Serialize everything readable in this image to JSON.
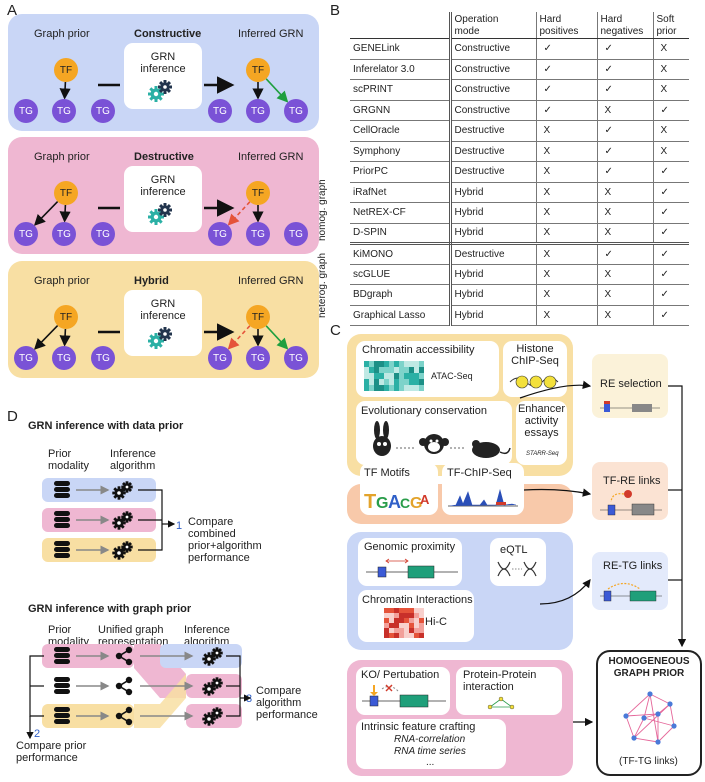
{
  "panels": {
    "a": "A",
    "b": "B",
    "c": "C",
    "d": "D"
  },
  "panel_a": {
    "graph_prior": "Graph prior",
    "inferred_grn": "Inferred GRN",
    "grn_inference": "GRN\ninference",
    "tf": "TF",
    "tg": "TG",
    "modes": [
      {
        "title": "Constructive",
        "color": "#c9d6f6"
      },
      {
        "title": "Destructive",
        "color": "#efb7d2"
      },
      {
        "title": "Hybrid",
        "color": "#f8dfa3"
      }
    ]
  },
  "panel_b": {
    "headers": [
      "Operation\nmode",
      "Hard\npositives",
      "Hard\nnegatives",
      "Soft\nprior"
    ],
    "group_homog": "homog. graph",
    "group_heterog": "heterog. graph",
    "rows": [
      {
        "method": "GENELink",
        "mode": "Constructive",
        "hp": "✓",
        "hn": "✓",
        "sp": "X"
      },
      {
        "method": "Inferelator 3.0",
        "mode": "Constructive",
        "hp": "✓",
        "hn": "✓",
        "sp": "X"
      },
      {
        "method": "scPRINT",
        "mode": "Constructive",
        "hp": "✓",
        "hn": "✓",
        "sp": "X"
      },
      {
        "method": "GRGNN",
        "mode": "Constructive",
        "hp": "✓",
        "hn": "X",
        "sp": "✓"
      },
      {
        "method": "CellOracle",
        "mode": "Destructive",
        "hp": "X",
        "hn": "✓",
        "sp": "X"
      },
      {
        "method": "Symphony",
        "mode": "Destructive",
        "hp": "X",
        "hn": "✓",
        "sp": "X"
      },
      {
        "method": "PriorPC",
        "mode": "Destructive",
        "hp": "X",
        "hn": "✓",
        "sp": "✓"
      },
      {
        "method": "iRafNet",
        "mode": "Hybrid",
        "hp": "X",
        "hn": "X",
        "sp": "✓"
      },
      {
        "method": "NetREX-CF",
        "mode": "Hybrid",
        "hp": "X",
        "hn": "X",
        "sp": "✓"
      },
      {
        "method": "D-SPIN",
        "mode": "Hybrid",
        "hp": "X",
        "hn": "X",
        "sp": "✓"
      },
      {
        "method": "KiMONO",
        "mode": "Destructive",
        "hp": "X",
        "hn": "✓",
        "sp": "✓"
      },
      {
        "method": "scGLUE",
        "mode": "Hybrid",
        "hp": "X",
        "hn": "X",
        "sp": "✓"
      },
      {
        "method": "BDgraph",
        "mode": "Hybrid",
        "hp": "X",
        "hn": "X",
        "sp": "✓"
      },
      {
        "method": "Graphical Lasso",
        "mode": "Hybrid",
        "hp": "X",
        "hn": "X",
        "sp": "✓"
      }
    ]
  },
  "panel_c": {
    "chromatin_accessibility": "Chromatin accessibility",
    "atac_seq": "ATAC-Seq",
    "histone": "Histone\nChIP-Seq",
    "evolutionary": "Evolutionary conservation",
    "enhancer": "Enhancer\nactivity\nessays",
    "starr": "STARR-Seq",
    "tf_motifs": "TF Motifs",
    "tf_chip": "TF-ChIP-Seq",
    "genomic_proximity": "Genomic proximity",
    "eqtl": "eQTL",
    "chromatin_interactions": "Chromatin Interactions",
    "hic": "Hi-C",
    "ko": "KO/ Pertubation",
    "ppi": "Protein-Protein\ninteraction",
    "intrinsic": "Intrinsic feature crafting",
    "rna_corr": "RNA-correlation",
    "rna_time": "RNA time series",
    "ellipsis": "...",
    "re_selection": "RE selection",
    "tf_re": "TF-RE links",
    "re_tg": "RE-TG links",
    "homog_title": "HOMOGENEOUS\nGRAPH PRIOR",
    "tf_tg_links": "(TF-TG links)"
  },
  "panel_d": {
    "title_data": "GRN inference with data prior",
    "prior_modality": "Prior\nmodality",
    "inference_algorithm": "Inference\nalgorithm",
    "compare_combined": "Compare\ncombined\nprior+algorithm\nperformance",
    "num1": "1",
    "title_graph": "GRN inference with graph prior",
    "unified_graph": "Unified graph\nrepresentation",
    "compare_algorithm": "Compare\nalgorithm\nperformance",
    "num3": "3",
    "num2": "2",
    "compare_prior": "Compare prior\nperformance"
  }
}
